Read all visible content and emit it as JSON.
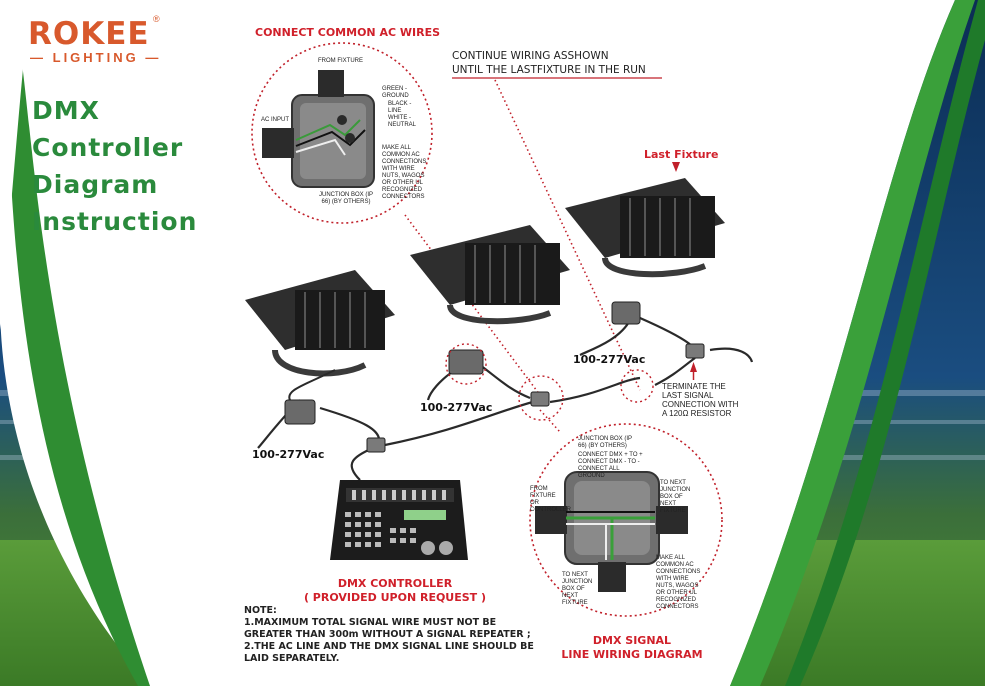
{
  "brand": {
    "name": "ROKEE",
    "sub": "LIGHTING",
    "reg": "®"
  },
  "title": [
    "DMX",
    "Controller",
    "Diagram",
    "Instruction"
  ],
  "top_inset": {
    "heading": "CONNECT COMMON AC WIRES",
    "from_fixture": "FROM FIXTURE",
    "ac_input": "AC INPUT",
    "green": "GREEN - GROUND",
    "black": "BLACK - LINE",
    "white": "WHITE - NEUTRAL",
    "make_all": "MAKE ALL COMMON AC CONNECTIONS WITH WIRE NUTS, WAGOS OR OTHER UL RECOGNIZED CONNECTORS",
    "junction": "JUNCTION BOX (IP 66) (BY OTHERS)"
  },
  "continue_line1": "CONTINUE WIRING ASSHOWN",
  "continue_line2": "UNTIL THE LASTFIXTURE IN THE RUN",
  "last_fixture": "Last Fixture",
  "voltage": "100-277Vac",
  "terminate": [
    "TERMINATE THE",
    "LAST SIGNAL",
    "CONNECTION WITH",
    "A 120Ω RESISTOR"
  ],
  "controller": {
    "line1": "DMX CONTROLLER",
    "line2": "( PROVIDED UPON REQUEST )"
  },
  "signal_inset": {
    "junction": "JUNCTION BOX (IP 66) (BY OTHERS)",
    "connect": "CONNECT DMX + TO + CONNECT DMX - TO - CONNECT ALL GROUND",
    "from": "FROM FIXTURE OR CONTROLLER",
    "to_next_right": "TO NEXT JUNCTION BOX OF NEXT FIXTURE",
    "to_next_bottom": "TO NEXT JUNCTION BOX OF NEXT FIXTURE",
    "make_all": "MAKE ALL COMMON AC CONNECTIONS WITH WIRE NUTS, WAGOS OR OTHER UL RECOGNIZED CONNECTORS"
  },
  "signal_heading": {
    "line1": "DMX SIGNAL",
    "line2": "LINE WIRING DIAGRAM"
  },
  "note": {
    "heading": "NOTE:",
    "line1": "1.MAXIMUM TOTAL SIGNAL WIRE MUST NOT BE GREATER THAN 300m WITHOUT A SIGNAL REPEATER ;",
    "line2": "2.THE AC LINE AND THE DMX SIGNAL LINE SHOULD BE LAID SEPARATELY."
  },
  "colors": {
    "brand": "#d8592c",
    "title_green": "#2a8a3c",
    "accent_red": "#d0202a",
    "field_green": "#3f8a2e"
  }
}
